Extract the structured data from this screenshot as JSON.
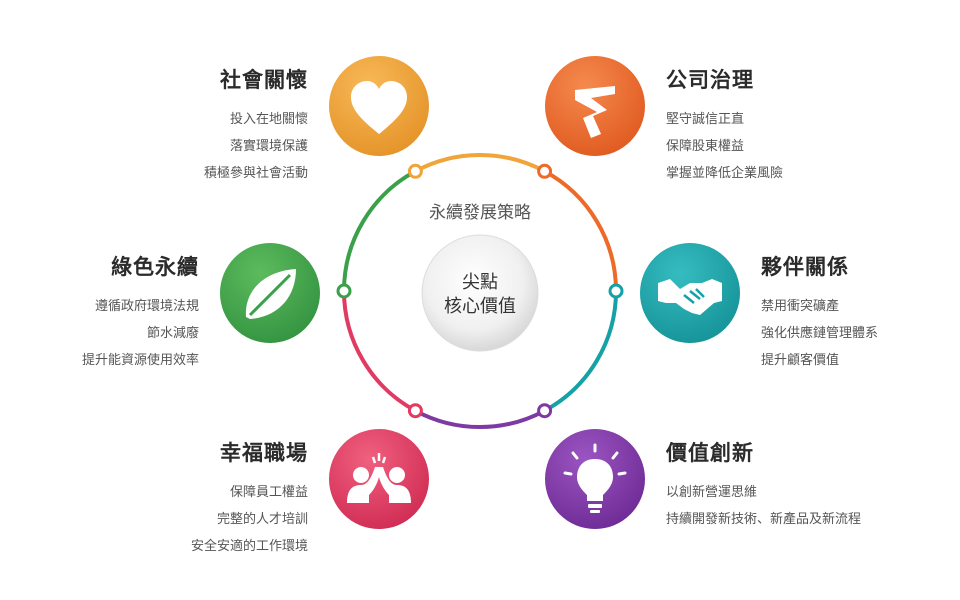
{
  "center": {
    "strategy": "永續發展策略",
    "core_line1": "尖點",
    "core_line2": "核心價值"
  },
  "pillars": [
    {
      "title": "社會關懷",
      "icon": "heart-icon",
      "color": "#f0a43a",
      "lines": [
        "投入在地關懷",
        "落實環境保護",
        "積極參與社會活動"
      ]
    },
    {
      "title": "公司治理",
      "icon": "ribbon-icon",
      "color": "#ee6a28",
      "lines": [
        "堅守誠信正直",
        "保障股東權益",
        "掌握並降低企業風險"
      ]
    },
    {
      "title": "綠色永續",
      "icon": "leaf-icon",
      "color": "#3aa04a",
      "lines": [
        "遵循政府環境法規",
        "節水減廢",
        "提升能資源使用效率"
      ]
    },
    {
      "title": "夥伴關係",
      "icon": "handshake-icon",
      "color": "#16a1a6",
      "lines": [
        "禁用衝突礦產",
        "強化供應鏈管理體系",
        "提升顧客價值"
      ]
    },
    {
      "title": "幸福職場",
      "icon": "high-five-icon",
      "color": "#e23a63",
      "lines": [
        "保障員工權益",
        "完整的人才培訓",
        "安全安適的工作環境"
      ]
    },
    {
      "title": "價值創新",
      "icon": "lightbulb-icon",
      "color": "#7e3aa3",
      "lines": [
        "以創新營運思維",
        "持續開發新技術、新產品及新流程"
      ]
    }
  ]
}
